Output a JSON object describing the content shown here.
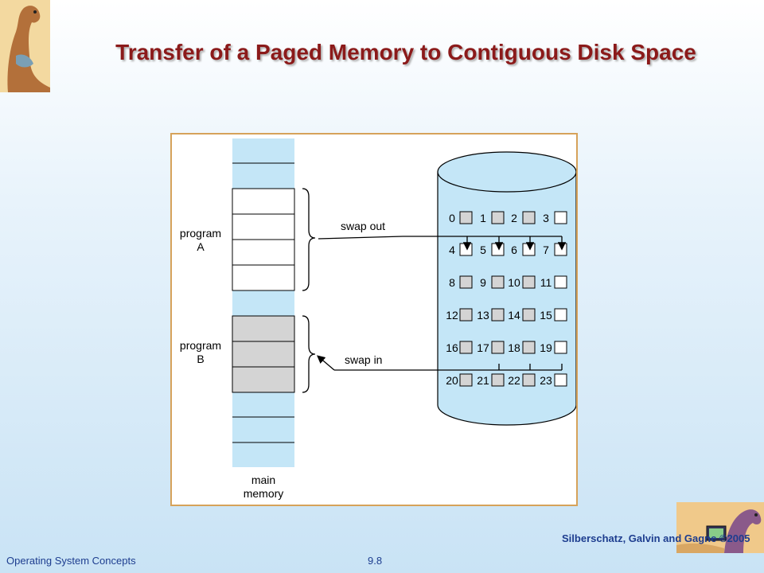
{
  "slide": {
    "title": "Transfer of a Paged Memory to Contiguous Disk Space"
  },
  "diagram": {
    "program_a": [
      "program",
      "A"
    ],
    "program_b": [
      "program",
      "B"
    ],
    "swap_out": "swap out",
    "swap_in": "swap in",
    "main_memory": [
      "main",
      "memory"
    ],
    "disk_blocks": [
      "0",
      "1",
      "2",
      "3",
      "4",
      "5",
      "6",
      "7",
      "8",
      "9",
      "10",
      "11",
      "12",
      "13",
      "14",
      "15",
      "16",
      "17",
      "18",
      "19",
      "20",
      "21",
      "22",
      "23"
    ],
    "colors": {
      "memory_free": "#c4e6f7",
      "program_b_page": "#d4d4d4",
      "disk_fill": "#c4e6f7",
      "frame_border": "#d6a25a",
      "title": "#8b1a1a"
    }
  },
  "footer": {
    "left": "Operating System Concepts",
    "center": "9.8",
    "right": "Silberschatz, Galvin and Gagne ©2005"
  },
  "icons": {
    "top_logo": "dinosaur-logo-icon",
    "bottom_logo": "dinosaur-laptop-logo-icon"
  }
}
